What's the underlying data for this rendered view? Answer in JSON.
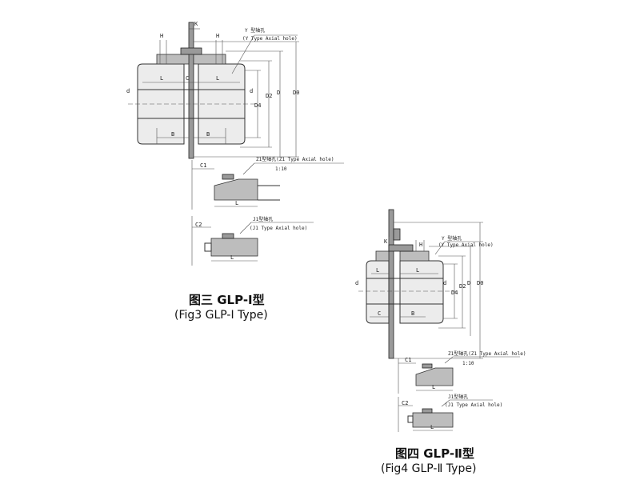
{
  "fig3": {
    "caption_cn": "图三 GLP-Ⅰ型",
    "caption_en": "(Fig3 GLP-Ⅰ Type)",
    "y_note_cn": "Y 型轴孔",
    "y_note_en": "(Y Type Axial hole)",
    "z1_note": "Z1型轴孔(Z1 Type Axial hole)",
    "taper": "1:10",
    "j1_note_cn": "J1型轴孔",
    "j1_note_en": "(J1 Type Axial hole)",
    "dims": {
      "K": "K",
      "H": "H",
      "L": "L",
      "C": "C",
      "B": "B",
      "D4": "D4",
      "D2": "D2",
      "D": "D",
      "D0": "D0",
      "d": "d",
      "C1": "C1",
      "C2": "C2"
    }
  },
  "fig4": {
    "caption_cn": "图四 GLP-Ⅱ型",
    "caption_en": "(Fig4 GLP-Ⅱ Type)",
    "y_note_cn": "Y 型轴孔",
    "y_note_en": "(Y Type Axial hole)",
    "z1_note": "Z1型轴孔(Z1 Type Axial hole)",
    "taper": "1:10",
    "j1_note_cn": "J1型轴孔",
    "j1_note_en": "(J1 Type Axial hole)",
    "dims": {
      "K": "K",
      "H": "H",
      "L": "L",
      "C": "C",
      "B": "B",
      "D4": "D4",
      "D2": "D2",
      "D": "D",
      "D0": "D0",
      "d": "d",
      "C1": "C1",
      "C2": "C2"
    }
  }
}
